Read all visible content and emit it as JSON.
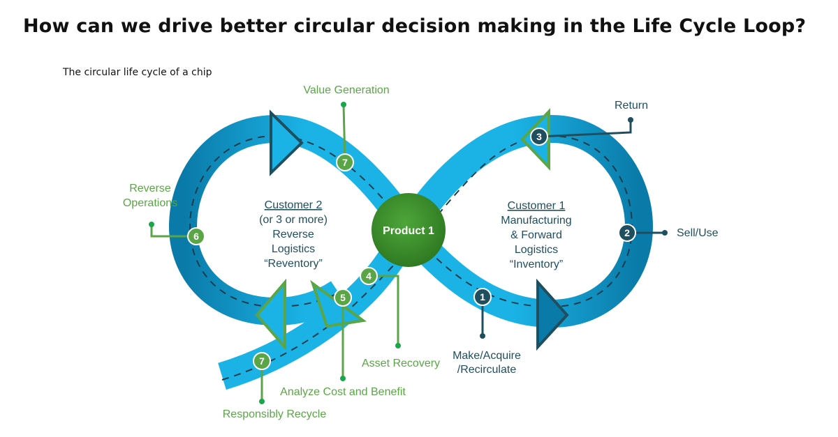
{
  "title": "How can we drive better circular decision making in the Life Cycle Loop?",
  "subtitle": "The circular life cycle of a chip",
  "center": {
    "label": "Product 1"
  },
  "customer1": {
    "heading": "Customer 1",
    "lines": [
      "Manufacturing",
      "& Forward",
      "Logistics",
      "“Inventory”"
    ]
  },
  "customer2": {
    "heading": "Customer 2",
    "lines": [
      "(or 3 or more)",
      "Reverse",
      "Logistics",
      "“Reventory”"
    ]
  },
  "steps": {
    "make_acquire": {
      "num": "1",
      "label_line1": "Make/Acquire",
      "label_line2": "/Recirculate"
    },
    "sell_use": {
      "num": "2",
      "label": "Sell/Use"
    },
    "return": {
      "num": "3",
      "label": "Return"
    },
    "asset_recovery": {
      "num": "4",
      "label": "Asset Recovery"
    },
    "analyze": {
      "num": "5",
      "label": "Analyze Cost and Benefit"
    },
    "reverse_ops": {
      "num": "6",
      "label_line1": "Reverse",
      "label_line2": "Operations"
    },
    "value_generation": {
      "num": "7",
      "label": "Value Generation"
    },
    "recycle": {
      "num": "7",
      "label": "Responsibly Recycle"
    }
  },
  "colors": {
    "loop_light": "#1bb3e6",
    "loop_dark": "#0a7aa8",
    "navy": "#1f4e5f",
    "green": "#5aa646",
    "center_green": "#3f8f2e"
  }
}
